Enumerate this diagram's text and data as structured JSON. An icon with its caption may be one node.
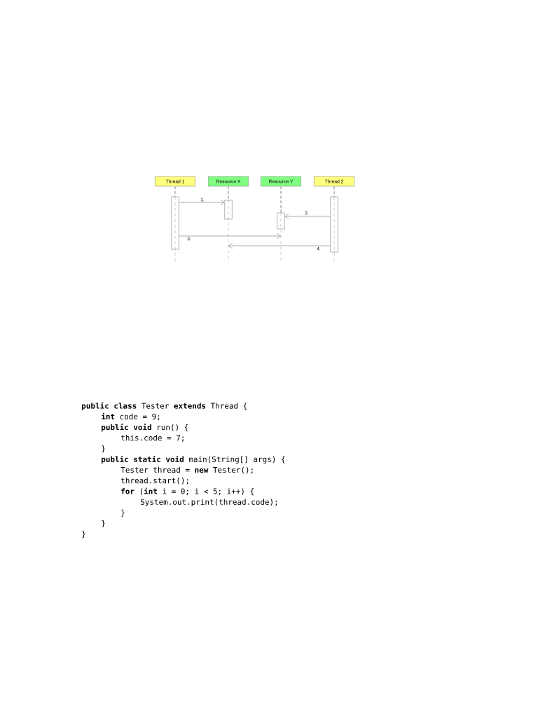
{
  "diagram": {
    "nodes": [
      {
        "text": [
          "Thread 1"
        ]
      },
      {
        "text": [
          "Resource X"
        ]
      },
      {
        "text": [
          "Resource Y"
        ]
      },
      {
        "text": [
          "Thread 2"
        ]
      },
      {
        "text": [],
        "shape": "bar"
      },
      {
        "text": [],
        "shape": "bar"
      },
      {
        "text": [],
        "shape": "bar"
      },
      {
        "text": [],
        "shape": "bar"
      }
    ],
    "edges": [
      {
        "from": 0,
        "to": 4,
        "arrow": "none",
        "style": "dashed"
      },
      {
        "from": 1,
        "to": 5,
        "arrow": "none",
        "style": "dashed"
      },
      {
        "from": 2,
        "to": 6,
        "arrow": "none",
        "style": "dashed"
      },
      {
        "from": 3,
        "to": 7,
        "arrow": "none",
        "style": "dashed"
      },
      {
        "from": 4,
        "to": 5,
        "arrow": "to",
        "label": "1."
      },
      {
        "from": 7,
        "to": 6,
        "arrow": "to",
        "label": "2."
      },
      {
        "from": 4,
        "to": 6,
        "arrow": "to",
        "label": "3."
      },
      {
        "from": 7,
        "to": 5,
        "arrow": "to",
        "label": "4."
      }
    ],
    "labels": [
      "**public class** Tester **extends** Thread {",
      "**int** code = 9;",
      "**public void** run() {",
      "this.code = 7;",
      "}",
      "**public static void** main(String[] args) {",
      "Tester thread = **new** Tester();",
      "thread.start();",
      "**for** (**int** i = 0; i < 5; i++) {",
      "System.out.print(thread.code);",
      "}",
      "}",
      "}"
    ]
  }
}
